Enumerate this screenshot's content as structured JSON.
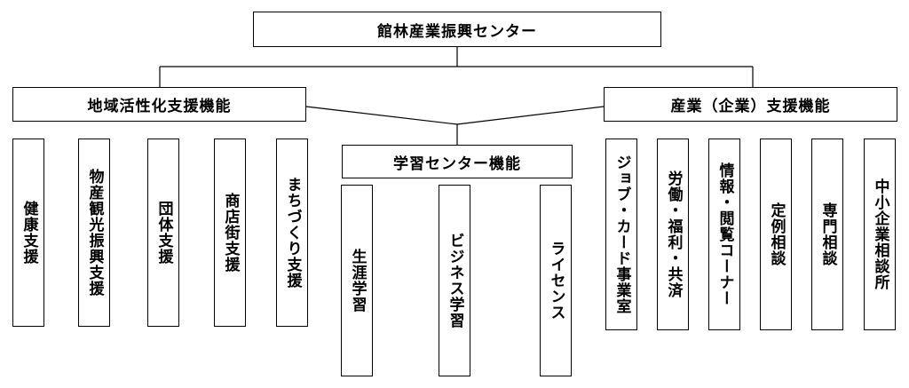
{
  "root": "館林産業振興センター",
  "left_group": {
    "label": "地域活性化支援機能",
    "items": [
      "健康支援",
      "物産観光振興支援",
      "団体支援",
      "商店街支援",
      "まちづくり支援"
    ]
  },
  "center_group": {
    "label": "学習センター機能",
    "items": [
      "生涯学習",
      "ビジネス学習",
      "ライセンス"
    ]
  },
  "right_group": {
    "label": "産業（企業）支援機能",
    "items": [
      "ジョブ・カード事業室",
      "労働・福利・共済",
      "情報・閲覧コーナー",
      "定例相談",
      "専門相談",
      "中小企業相談所"
    ]
  }
}
